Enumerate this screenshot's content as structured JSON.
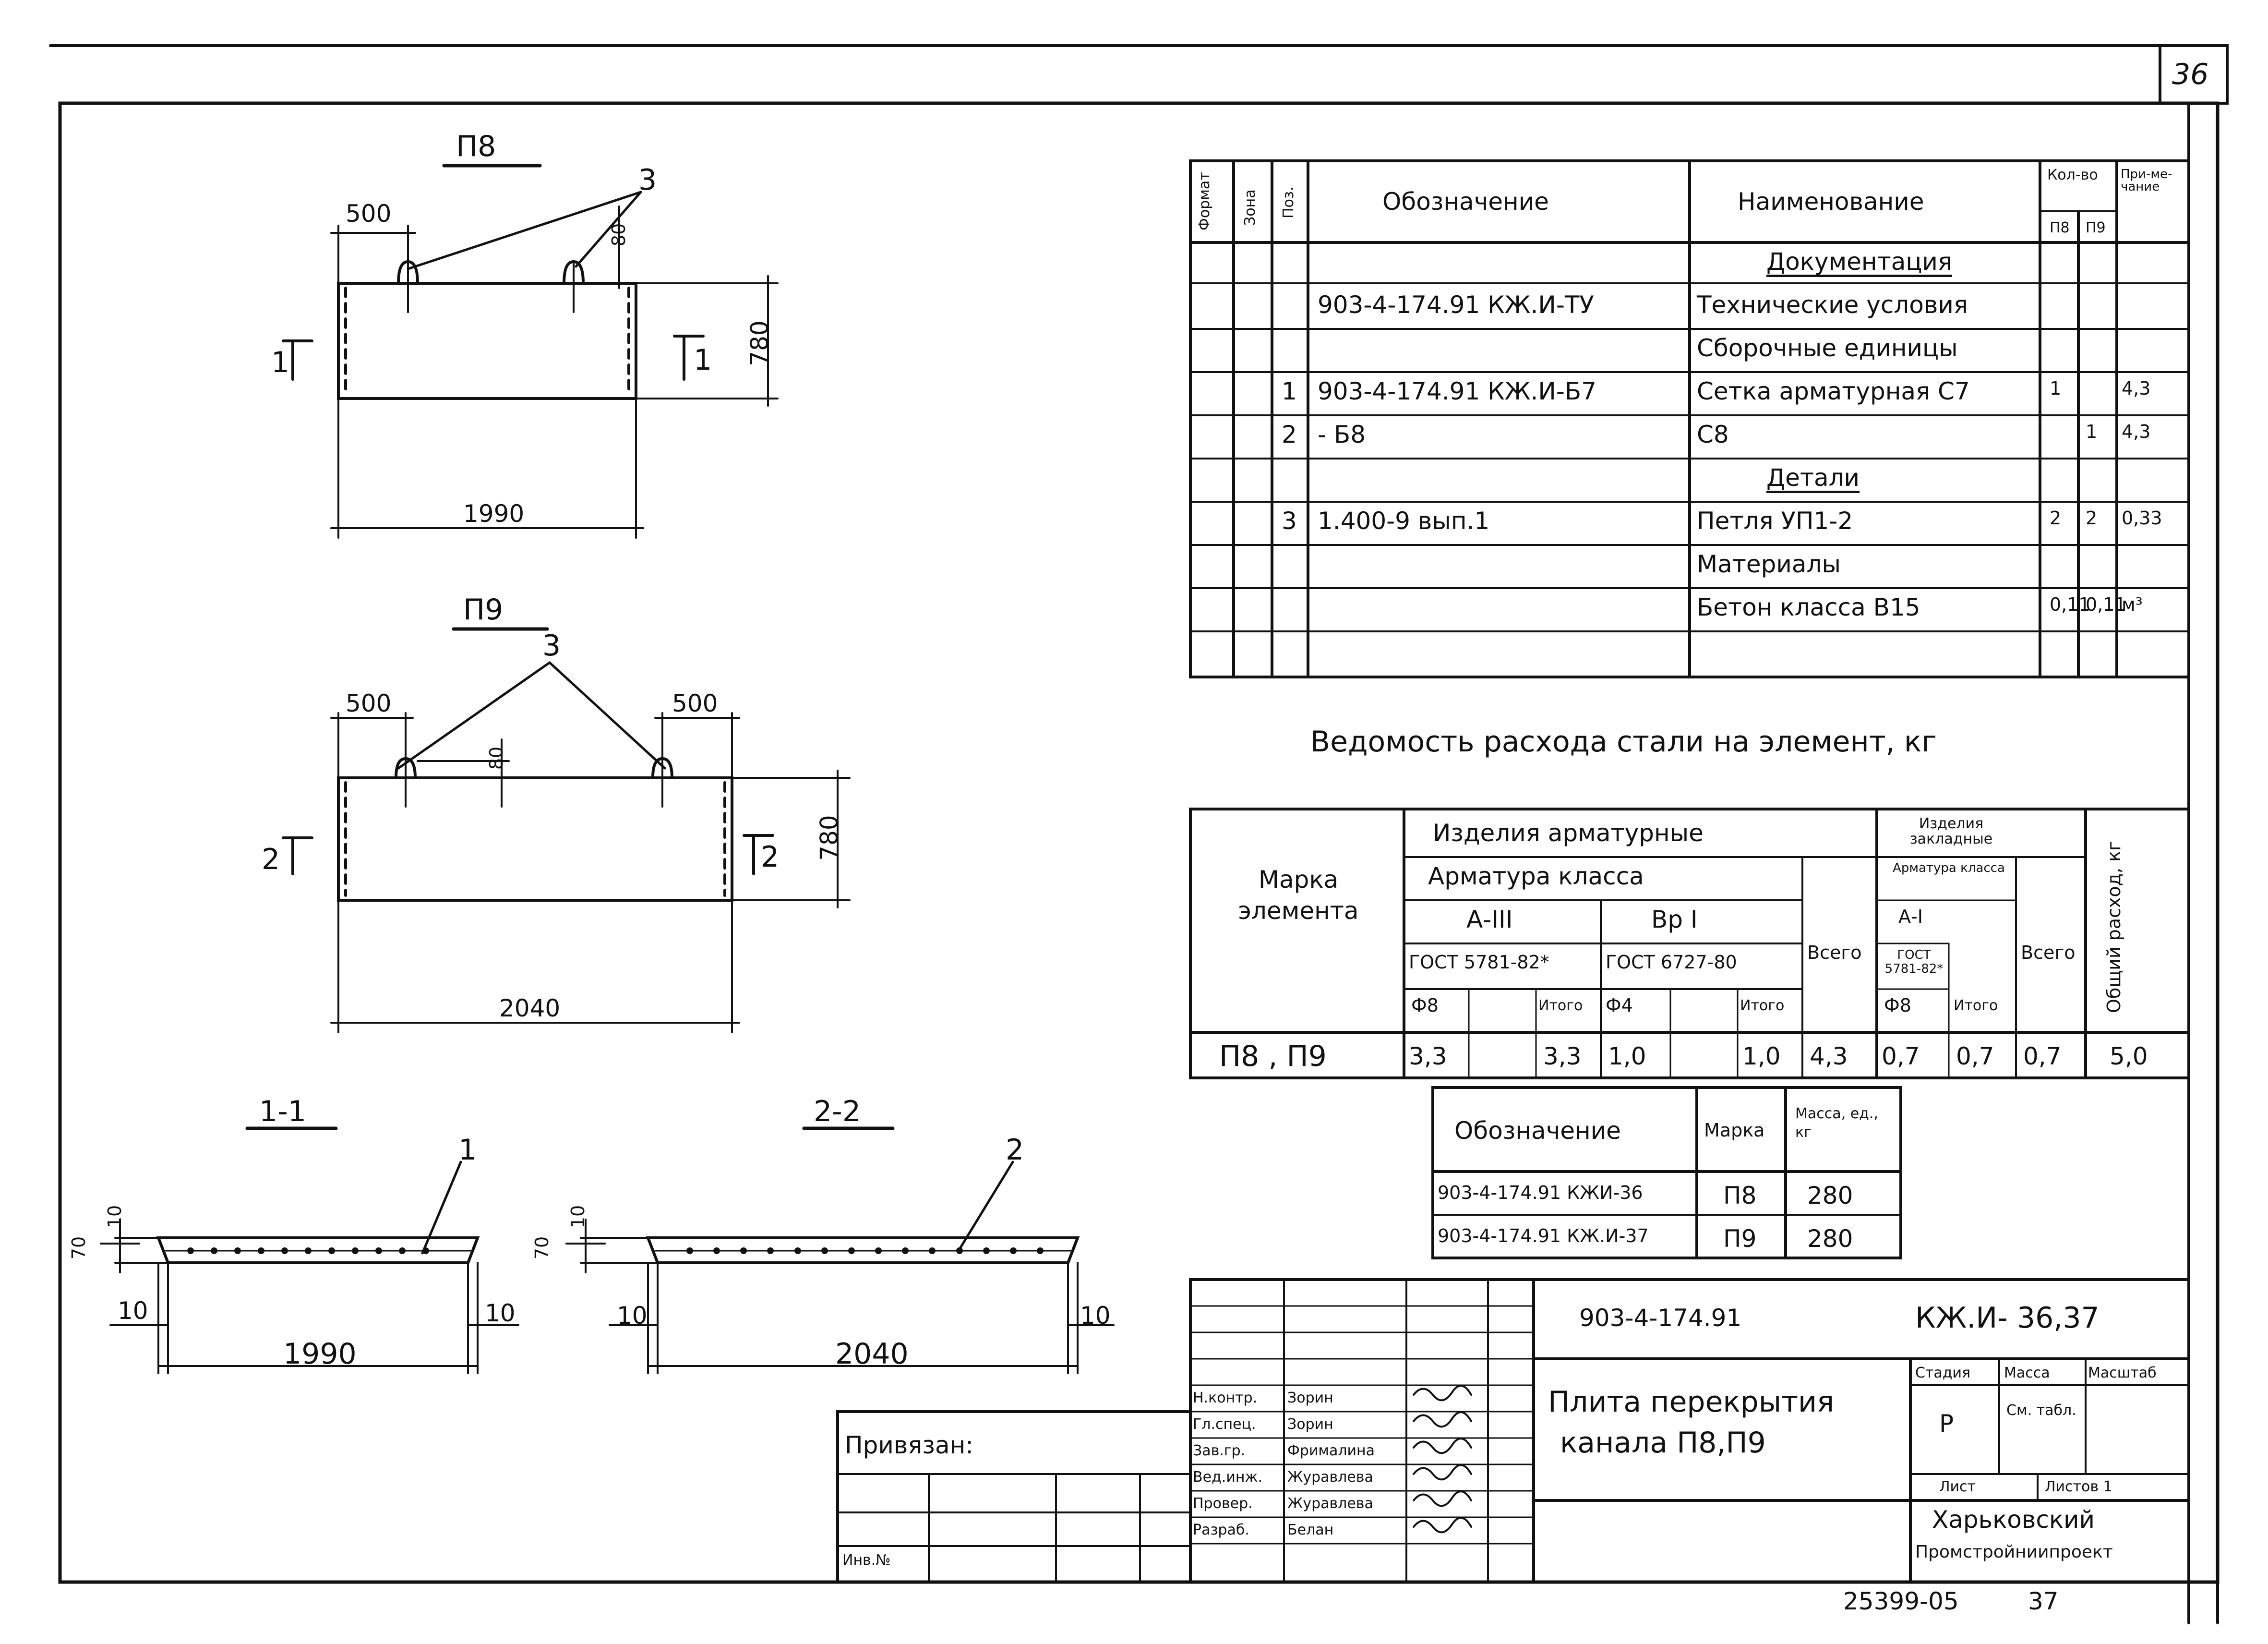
{
  "sheet": {
    "number": "36",
    "archive_no": "25399-05",
    "archive_page": "37"
  },
  "drawings": {
    "p8": {
      "title": "П8",
      "dim_offset": "500",
      "dim_height": "780",
      "dim_length": "1990",
      "dim_loop": "80",
      "callout": "3",
      "section_left": "1",
      "section_right": "1"
    },
    "p9": {
      "title": "П9",
      "dim_offset_left": "500",
      "dim_offset_right": "500",
      "dim_height": "780",
      "dim_length": "2040",
      "dim_loop": "80",
      "callout": "3",
      "section_left": "2",
      "section_right": "2"
    },
    "s11": {
      "title": "1-1",
      "callout": "1",
      "dim_top": "10",
      "dim_h": "70",
      "dim_left": "10",
      "dim_right": "10",
      "dim_length": "1990"
    },
    "s22": {
      "title": "2-2",
      "callout": "2",
      "dim_top": "10",
      "dim_h": "70",
      "dim_left": "10",
      "dim_right": "10",
      "dim_length": "2040"
    }
  },
  "spec": {
    "headers": {
      "format": "Формат",
      "zone": "Зона",
      "pos": "Поз.",
      "designation": "Обозначение",
      "name": "Наименование",
      "qty": "Кол-во",
      "qty_p8": "П8",
      "qty_p9": "П9",
      "note": "При-ме-чание"
    },
    "rows": [
      {
        "pos": "",
        "designation": "",
        "name": "Документация",
        "p8": "",
        "p9": "",
        "note": "",
        "section": true
      },
      {
        "pos": "",
        "designation": "903-4-174.91   КЖ.И-ТУ",
        "name": "Технические условия",
        "p8": "",
        "p9": "",
        "note": ""
      },
      {
        "pos": "",
        "designation": "",
        "name": "Сборочные единицы",
        "p8": "",
        "p9": "",
        "note": ""
      },
      {
        "pos": "1",
        "designation": "903-4-174.91 КЖ.И-Б7",
        "name": "Сетка арматурная С7",
        "p8": "1",
        "p9": "",
        "note": "4,3"
      },
      {
        "pos": "2",
        "designation": "- Б8",
        "name": "С8",
        "p8": "",
        "p9": "1",
        "note": "4,3"
      },
      {
        "pos": "",
        "designation": "",
        "name": "Детали",
        "p8": "",
        "p9": "",
        "note": "",
        "section": true
      },
      {
        "pos": "3",
        "designation": "1.400-9   вып.1",
        "name": "Петля УП1-2",
        "p8": "2",
        "p9": "2",
        "note": "0,33"
      },
      {
        "pos": "",
        "designation": "",
        "name": "Материалы",
        "p8": "",
        "p9": "",
        "note": ""
      },
      {
        "pos": "",
        "designation": "",
        "name": "Бетон класса В15",
        "p8": "0,11",
        "p9": "0,11",
        "note": "м³"
      },
      {
        "pos": "",
        "designation": "",
        "name": "",
        "p8": "",
        "p9": "",
        "note": ""
      }
    ]
  },
  "steel": {
    "title": "Ведомость расхода стали на элемент, кг",
    "h_mark": "Марка элемента",
    "h_rebar_products": "Изделия арматурные",
    "h_rebar_class": "Арматура класса",
    "h_a3": "А-III",
    "h_bp1": "Вр I",
    "h_gost_a3": "ГОСТ 5781-82*",
    "h_gost_bp1": "ГОСТ 6727-80",
    "h_f8": "Ф8",
    "h_total_a": "Итого",
    "h_f4": "Ф4",
    "h_total_b": "Итого",
    "h_all1": "Всего",
    "h_embedded": "Изделия закладные",
    "h_emb_class": "Арматура класса",
    "h_emb_a1": "А-I",
    "h_emb_gost": "ГОСТ 5781-82*",
    "h_emb_f8": "Ф8",
    "h_emb_total": "Итого",
    "h_all2": "Всего",
    "h_common": "Общий расход, кг",
    "row": {
      "mark": "П8 , П9",
      "f8": "3,3",
      "blank1": "",
      "total_a": "3,3",
      "f4": "1,0",
      "blank2": "",
      "total_b": "1,0",
      "all1": "4,3",
      "emb_f8": "0,7",
      "emb_total": "0,7",
      "all2": "0,7",
      "common": "5,0"
    }
  },
  "products": {
    "headers": {
      "designation": "Обозначение",
      "mark": "Марка",
      "mass": "Масса, ед., кг"
    },
    "rows": [
      {
        "designation": "903-4-174.91 КЖИ-36",
        "mark": "П8",
        "mass": "280"
      },
      {
        "designation": "903-4-174.91 КЖ.И-37",
        "mark": "П9",
        "mass": "280"
      }
    ]
  },
  "stamp": {
    "bound": "Привязан:",
    "inv": "Инв.№",
    "project_code": "903-4-174.91",
    "doc_code": "КЖ.И- 36,37",
    "title_line1": "Плита перекрытия",
    "title_line2": "канала П8,П9",
    "stage_h": "Стадия",
    "mass_h": "Масса",
    "scale_h": "Масштаб",
    "stage": "Р",
    "mass": "См. табл.",
    "sheet_h": "Лист",
    "sheets_h": "Листов 1",
    "org1": "Харьковский",
    "org2": "Промстройниипроект",
    "people": [
      {
        "role": "Н.контр.",
        "name": "Зорин"
      },
      {
        "role": "Гл.спец.",
        "name": "Зорин"
      },
      {
        "role": "Зав.гр.",
        "name": "Фрималина"
      },
      {
        "role": "Вед.инж.",
        "name": "Журавлева"
      },
      {
        "role": "Провер.",
        "name": "Журавлева"
      },
      {
        "role": "Разраб.",
        "name": "Белан"
      }
    ]
  }
}
